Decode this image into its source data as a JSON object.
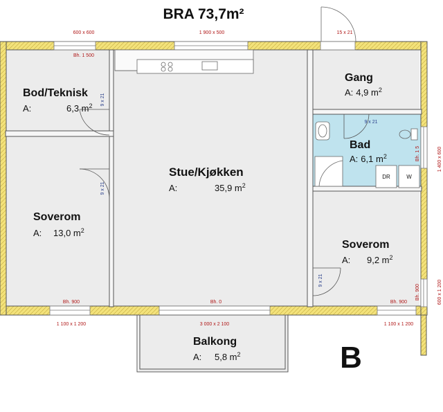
{
  "title": "BRA 73,7m²",
  "building_letter": "B",
  "colors": {
    "floor": "#ececec",
    "bath": "#bfe3ee",
    "wall_fill": "#f3e27a",
    "wall_line": "#555555",
    "dim_red": "#b01818",
    "dim_blue": "#2a3f8a"
  },
  "rooms": {
    "bod": {
      "name": "Bod/Teknisk",
      "area_prefix": "A:",
      "area_value": "6,3 m",
      "sup": "2"
    },
    "gang": {
      "name": "Gang",
      "area_prefix": "A:",
      "area_value": "4,9 m",
      "sup": "2"
    },
    "bad": {
      "name": "Bad",
      "area_prefix": "A:",
      "area_value": "6,1 m",
      "sup": "2"
    },
    "stue": {
      "name": "Stue/Kjøkken",
      "area_prefix": "A:",
      "area_value": "35,9 m",
      "sup": "2"
    },
    "soverom1": {
      "name": "Soverom",
      "area_prefix": "A:",
      "area_value": "13,0 m",
      "sup": "2"
    },
    "soverom2": {
      "name": "Soverom",
      "area_prefix": "A:",
      "area_value": "9,2 m",
      "sup": "2"
    },
    "balkong": {
      "name": "Balkong",
      "area_prefix": "A:",
      "area_value": "5,8 m",
      "sup": "2"
    }
  },
  "bath_fixtures": {
    "dr": "DR",
    "w": "W"
  },
  "dimensions": {
    "window_top_left": "600 x 600",
    "window_top_mid": "1 900 x 500",
    "door_entry": "15 x 21",
    "window_right": "1 400 x 600",
    "window_right_low": "600 x 1 200",
    "window_bottom_left": "1 100 x 1 200",
    "door_balcony": "3 000 x 2 100",
    "window_bottom_right": "1 100 x 1 200",
    "bh_1500": "Bh. 1 500",
    "bh_900_left": "Bh. 900",
    "bh_0": "Bh. 0",
    "bh_900_right": "Bh. 900",
    "bh_900_vert": "Bh. 900",
    "bh_15_vert": "Bh. 1 5",
    "door_bod": "9 x 21",
    "door_sov1": "9 x 21",
    "door_bad": "9 x 21",
    "door_sov2": "9 x 21"
  }
}
